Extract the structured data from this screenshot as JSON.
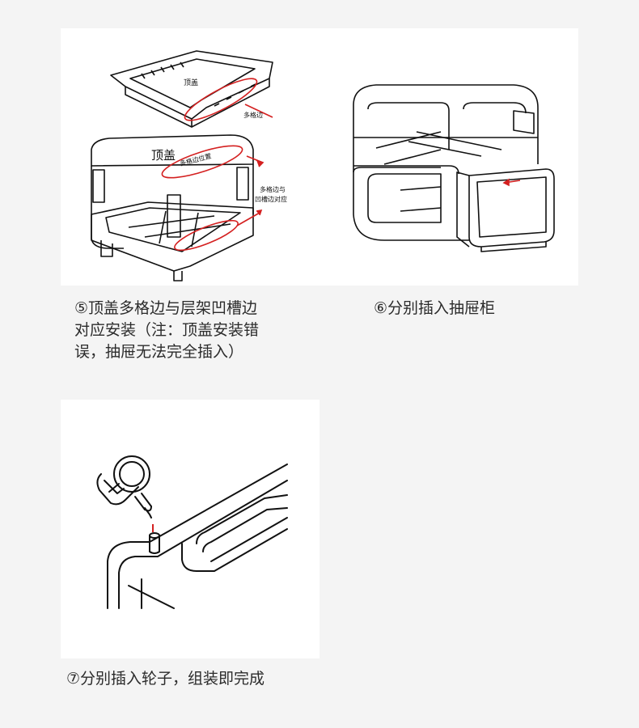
{
  "steps": [
    {
      "caption": "⑤顶盖多格边与层架凹槽边\n对应安装（注：顶盖安装错\n 误，抽屉无法完全插入）",
      "labels": {
        "top_cover_small": "顶盖",
        "multi_grid_edge": "多格边",
        "top_cover_large": "顶盖",
        "callout_edge": "多格边位置",
        "align_note_line1": "多格边与",
        "align_note_line2": "凹槽边对应"
      }
    },
    {
      "caption": "⑥分别插入抽屉柜"
    },
    {
      "caption": "⑦分别插入轮子，组装即完成"
    }
  ],
  "colors": {
    "page_bg": "#f4f4f4",
    "panel_bg": "#ffffff",
    "line": "#111111",
    "accent": "#d42020"
  }
}
